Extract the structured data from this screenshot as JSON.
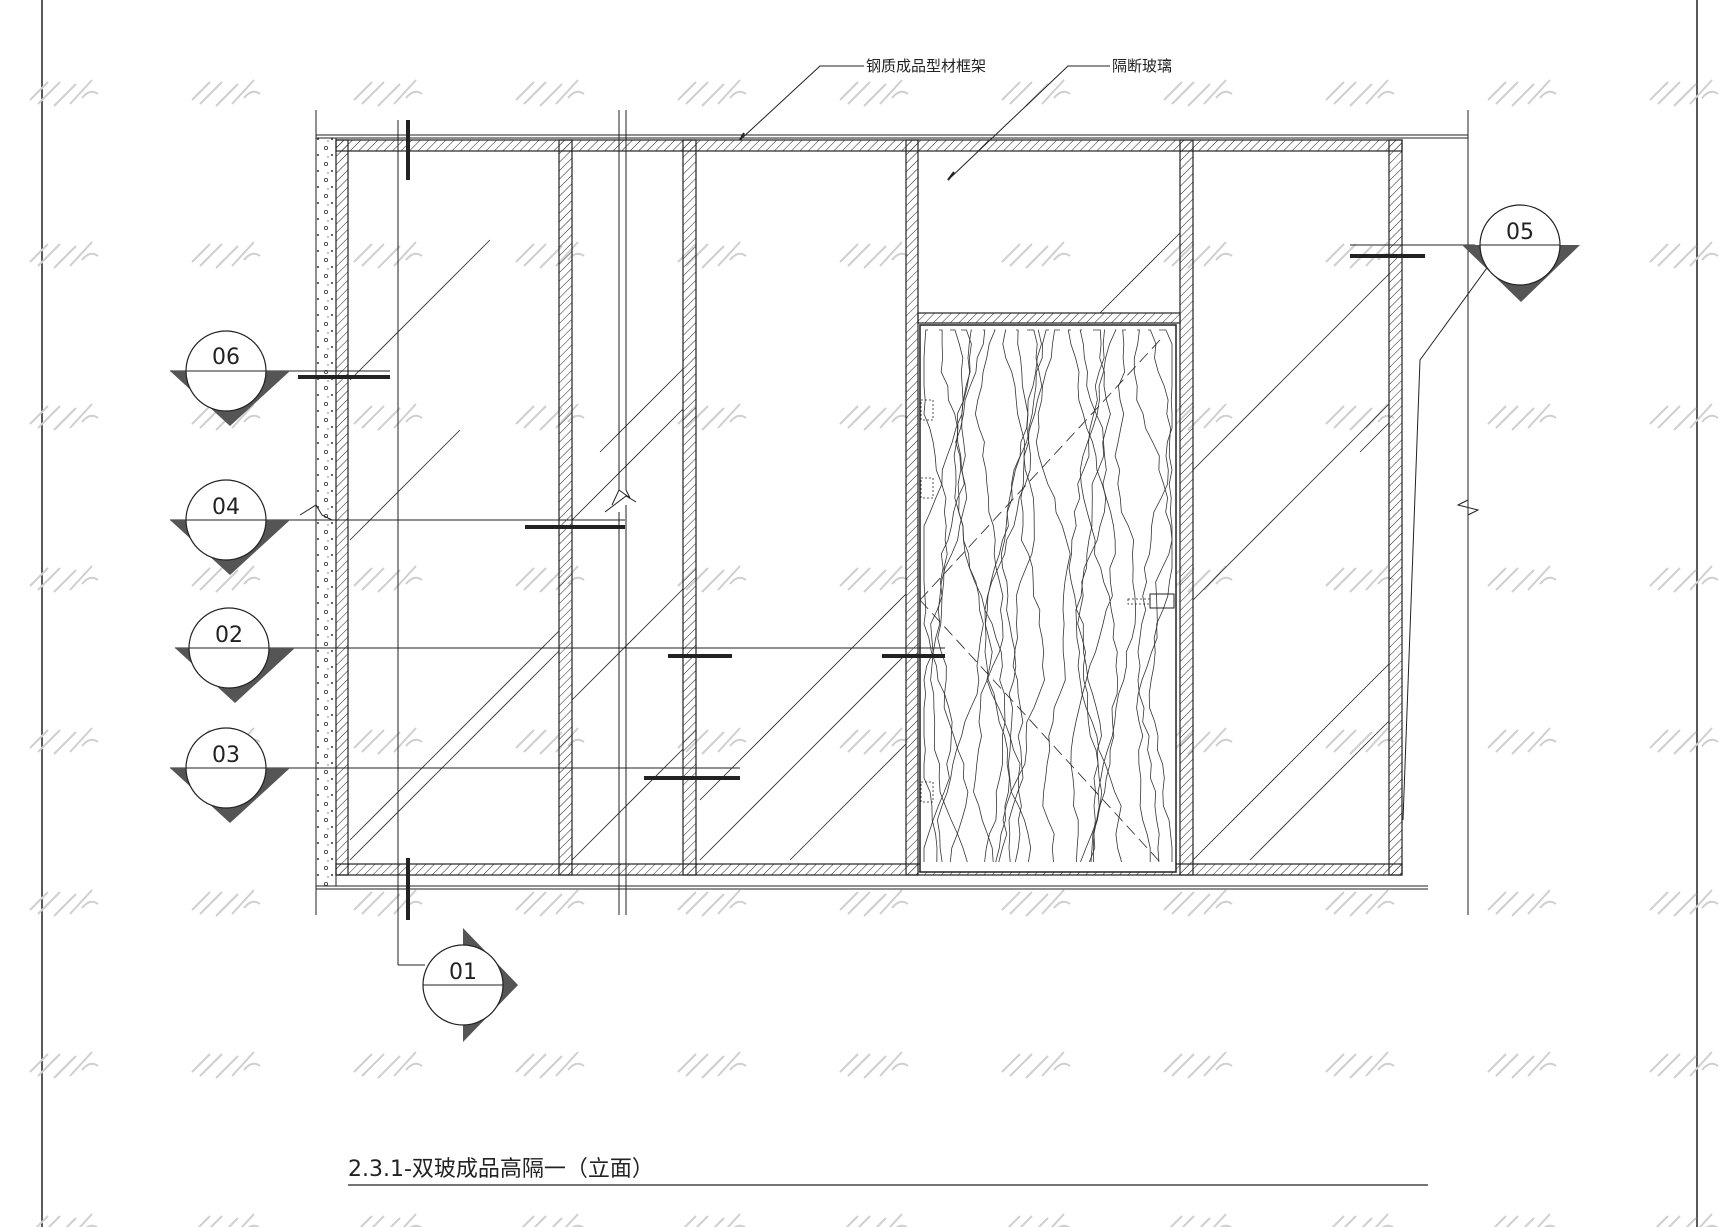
{
  "drawing": {
    "callouts": {
      "frame": "钢质成品型材框架",
      "glass": "隔断玻璃"
    },
    "section_tags": {
      "t01": "01",
      "t02": "02",
      "t03": "03",
      "t04": "04",
      "t05": "05",
      "t06": "06"
    },
    "title": "2.3.1-双玻成品高隔一（立面）"
  },
  "colors": {
    "line": "#222222",
    "marker_fill": "#555555",
    "watermark": "#cfcfcf"
  }
}
